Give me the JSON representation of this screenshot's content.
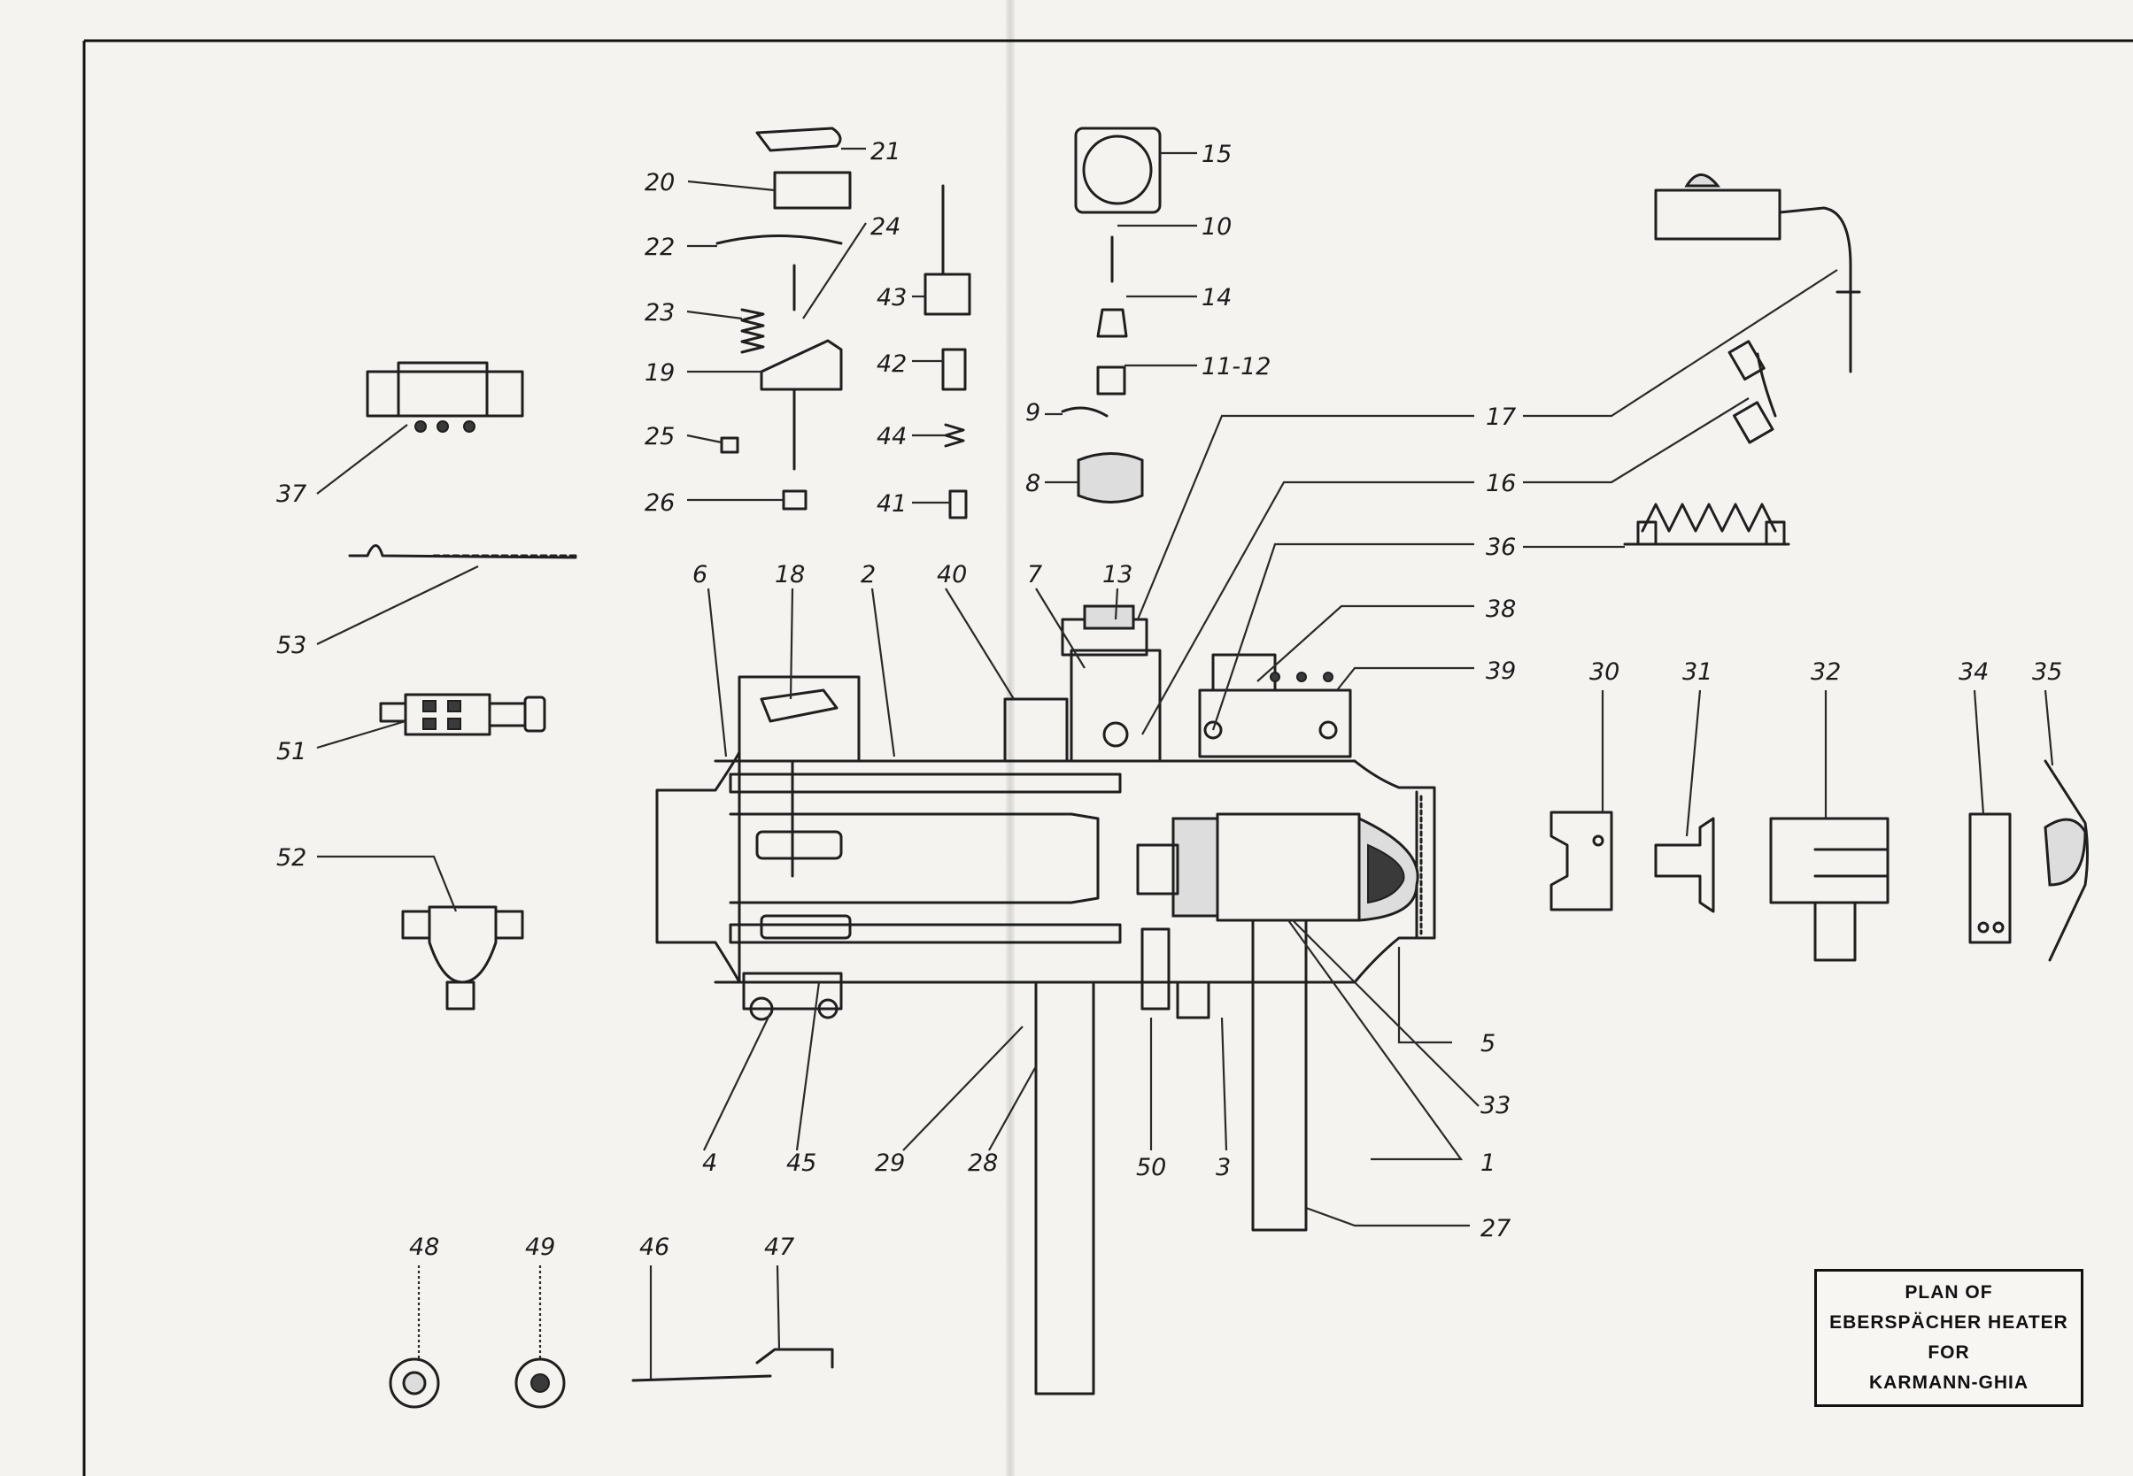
{
  "title_lines": [
    "PLAN OF",
    "EBERSPÄCHER HEATER",
    "FOR",
    "KARMANN-GHIA"
  ],
  "part_labels": [
    "1",
    "2",
    "3",
    "4",
    "5",
    "6",
    "7",
    "8",
    "9",
    "10",
    "11-12",
    "13",
    "14",
    "15",
    "16",
    "17",
    "18",
    "19",
    "20",
    "21",
    "22",
    "23",
    "24",
    "25",
    "26",
    "27",
    "28",
    "29",
    "30",
    "31",
    "32",
    "33",
    "34",
    "35",
    "36",
    "37",
    "38",
    "39",
    "40",
    "41",
    "42",
    "43",
    "44",
    "45",
    "46",
    "47",
    "48",
    "49",
    "50",
    "51",
    "52",
    "53"
  ]
}
